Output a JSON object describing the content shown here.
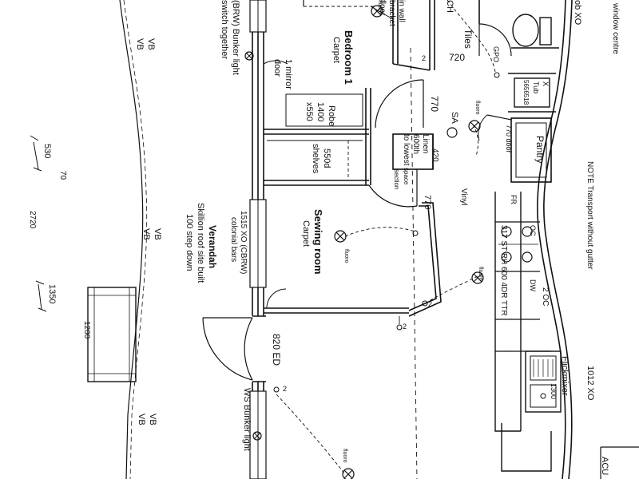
{
  "colors": {
    "ink": "#111111",
    "paper": "#ffffff"
  },
  "labels": {
    "window_centre": "window centre",
    "ob_xo": "ob XO",
    "brw_bunker_top": "(BRW) Bunker light",
    "switch_together": "switch together",
    "in_wall": "in wall",
    "bracket": "bracket",
    "floor": "floor",
    "ch": "CH",
    "bedroom": "Bedroom 1",
    "bedroom_finish": "Carpet",
    "mirror_door_1": "1 mirror",
    "mirror_door_2": "door",
    "tiles": "Tiles",
    "tiles_dim": "720",
    "dim_770a": "770",
    "gpo": "GPO",
    "tub_1": "Tub",
    "tub_2": "5656518",
    "tub_x": "X",
    "robe": "Robe",
    "robe_1400": "1400",
    "robe_550": "x550",
    "sa": "SA",
    "fluoro": "fluoro",
    "pantry": "Pantry",
    "pantry_door": "770 door",
    "linen_1": "Linen",
    "linen_2": "600th",
    "linen_3": "to lowest",
    "space_1": "space",
    "space_2": "section",
    "dim_420": "420",
    "shelves_1": "550d",
    "shelves_2": "shelves",
    "note": "NOTE Transport without gutter",
    "dim_530": "530",
    "dim_70": "70",
    "dim_1350": "1350",
    "dim_2720": "2720",
    "vb": "VB",
    "vinyl": "Vinyl",
    "dim_770b": "770",
    "fr": "FR",
    "oc": "OC",
    "dw": "DW",
    "code_st": "317 ST RH 600 4DR TTR",
    "ws_oc": "2 OC",
    "sewing": "Sewing room",
    "sewing_finish": "Carpet",
    "window_1515": "1515 XO (CBRW)",
    "colonial_bars": "colonial bars",
    "verandah": "Verandah",
    "skillion": "Skillion roof site built",
    "step_down": "100 step down",
    "dim_1200": "1200",
    "door_820": "820 ED",
    "flickmixer": "Flickmixer",
    "dim_1300": "1300",
    "window_1012": "1012 XO",
    "acu": "ACU",
    "ws_bunker": "WS Bunker light",
    "num_2": "2"
  }
}
